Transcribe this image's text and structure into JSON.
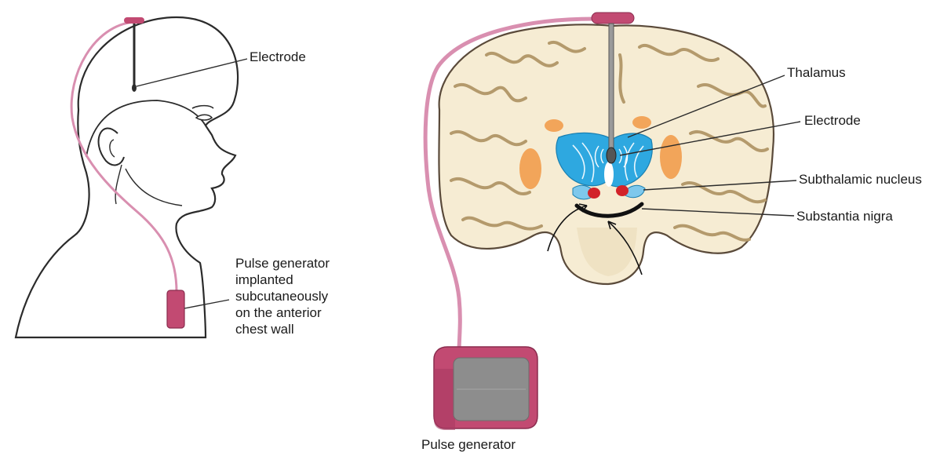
{
  "left_figure": {
    "electrode_label": "Electrode",
    "pulse_generator_label_lines": [
      "Pulse generator",
      "implanted",
      "subcutaneously",
      "on the anterior",
      "chest wall"
    ]
  },
  "right_figure": {
    "thalamus_label": "Thalamus",
    "electrode_label": "Electrode",
    "subthalamic_nucleus_label": "Subthalamic nucleus",
    "substantia_nigra_label": "Substantia nigra",
    "pulse_generator_label": "Pulse generator"
  },
  "colors": {
    "skin_outline": "#2b2b2b",
    "lead_wire": "#d98fb0",
    "device_pink": "#c24a72",
    "brain_fill": "#f6ecd3",
    "brain_outline": "#5a4a3a",
    "thalamus_blue": "#2ea8e0",
    "orange_nuclei": "#f2a55a",
    "red_nucleus": "#d2232a",
    "device_gray": "#8d8d8d"
  }
}
